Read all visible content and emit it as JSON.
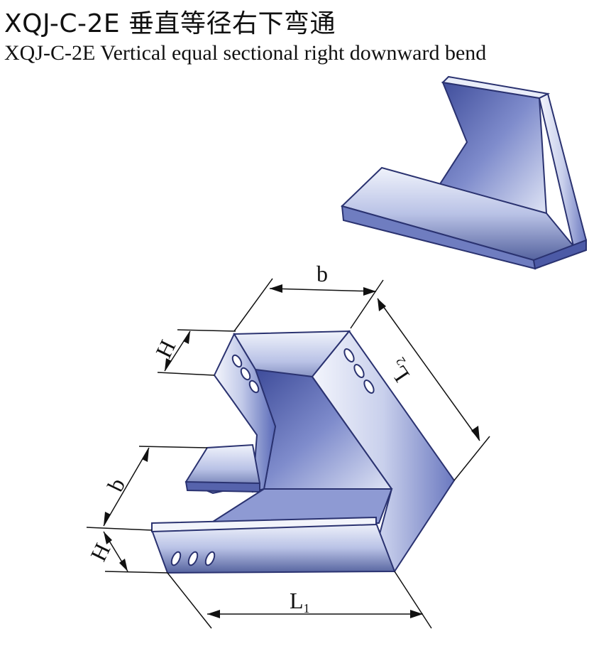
{
  "title": {
    "chinese": "XQJ-C-2E 垂直等径右下弯通",
    "english": "XQJ-C-2E Vertical equal sectional right downward bend"
  },
  "dimensions": {
    "b_top": "b",
    "b_left": "b",
    "H_top": "H",
    "H_bottom": "H",
    "L1_main": "L",
    "L1_sub": "1",
    "L2_main": "L",
    "L2_sub": "2"
  },
  "colors": {
    "metal_light": "#eef1fa",
    "metal_mid": "#a9b4de",
    "metal_dark": "#4a5aa8",
    "outline": "#2a3270"
  }
}
